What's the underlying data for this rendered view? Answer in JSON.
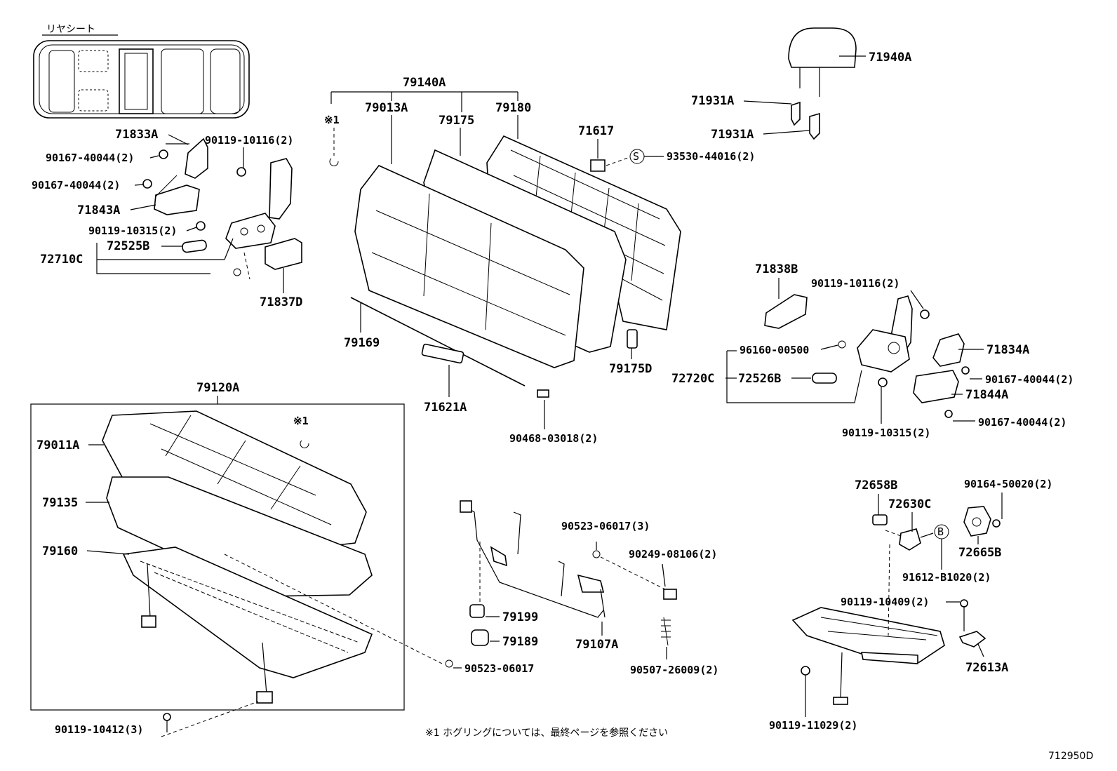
{
  "title_jp": "リヤシート",
  "footnote": "※1  ホグリングについては、最終ページを参照ください",
  "figure_code": "712950D",
  "marker_1": "※1",
  "marker_s": "S",
  "marker_b": "B",
  "labels": {
    "p71833A": "71833A",
    "p90119_10116_left": "90119-10116(2)",
    "p90167_40044_a": "90167-40044(2)",
    "p90167_40044_b": "90167-40044(2)",
    "p71843A": "71843A",
    "p90119_10315_left": "90119-10315(2)",
    "p72525B": "72525B",
    "p72710C": "72710C",
    "p71837D": "71837D",
    "p79140A": "79140A",
    "p79013A": "79013A",
    "p79175": "79175",
    "p79180": "79180",
    "p71617": "71617",
    "p93530_44016": "93530-44016(2)",
    "p71940A": "71940A",
    "p71931A_a": "71931A",
    "p71931A_b": "71931A",
    "p79169": "79169",
    "p71621A": "71621A",
    "p90468_03018": "90468-03018(2)",
    "p79175D": "79175D",
    "p71838B": "71838B",
    "p90119_10116_right": "90119-10116(2)",
    "p96160_00500": "96160-00500",
    "p71834A": "71834A",
    "p90167_40044_c": "90167-40044(2)",
    "p72720C": "72720C",
    "p72526B": "72526B",
    "p71844A": "71844A",
    "p90167_40044_d": "90167-40044(2)",
    "p90119_10315_right": "90119-10315(2)",
    "p79120A": "79120A",
    "p79011A": "79011A",
    "p79135": "79135",
    "p79160": "79160",
    "p90119_10412": "90119-10412(3)",
    "p90523_06017_3": "90523-06017(3)",
    "p90249_08106": "90249-08106(2)",
    "p79199": "79199",
    "p79189": "79189",
    "p79107A": "79107A",
    "p90523_06017": "90523-06017",
    "p90507_26009": "90507-26009(2)",
    "p72658B": "72658B",
    "p72630C": "72630C",
    "p90164_50020": "90164-50020(2)",
    "p72665B": "72665B",
    "p91612_B1020": "91612-B1020(2)",
    "p90119_10409": "90119-10409(2)",
    "p72613A": "72613A",
    "p90119_11029": "90119-11029(2)"
  }
}
